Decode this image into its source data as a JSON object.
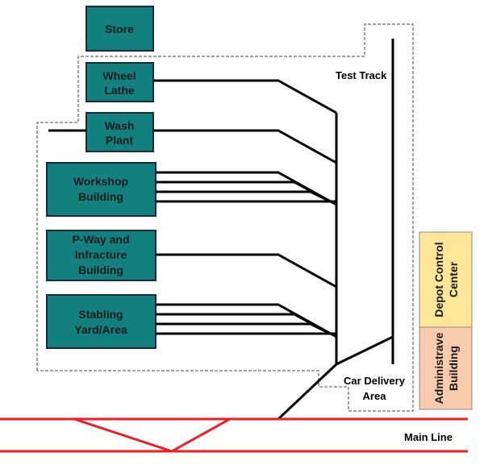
{
  "buildings": {
    "store": [
      "Store"
    ],
    "wheel_lathe": [
      "Wheel",
      "Lathe"
    ],
    "wash_plant": [
      "Wash",
      "Plant"
    ],
    "workshop": [
      "Workshop",
      "Building"
    ],
    "pway": [
      "P-Way and",
      "Infracture",
      "Building"
    ],
    "stabling": [
      "Stabling",
      "Yard/Area"
    ],
    "depot_control": [
      "Depot Control",
      "Center"
    ],
    "admin": [
      "Administrave",
      "Building"
    ]
  },
  "labels": {
    "test_track": "Test Track",
    "car_delivery": [
      "Car Delivery",
      "Area"
    ],
    "main_line": "Main Line"
  },
  "colors": {
    "building_fill": "#138080",
    "building_border": "#1a2a3a",
    "track": "#000000",
    "main_line": "#ee1c24",
    "control_fill": "#ffe699",
    "admin_fill": "#f8cbad",
    "boundary": "#444444"
  }
}
